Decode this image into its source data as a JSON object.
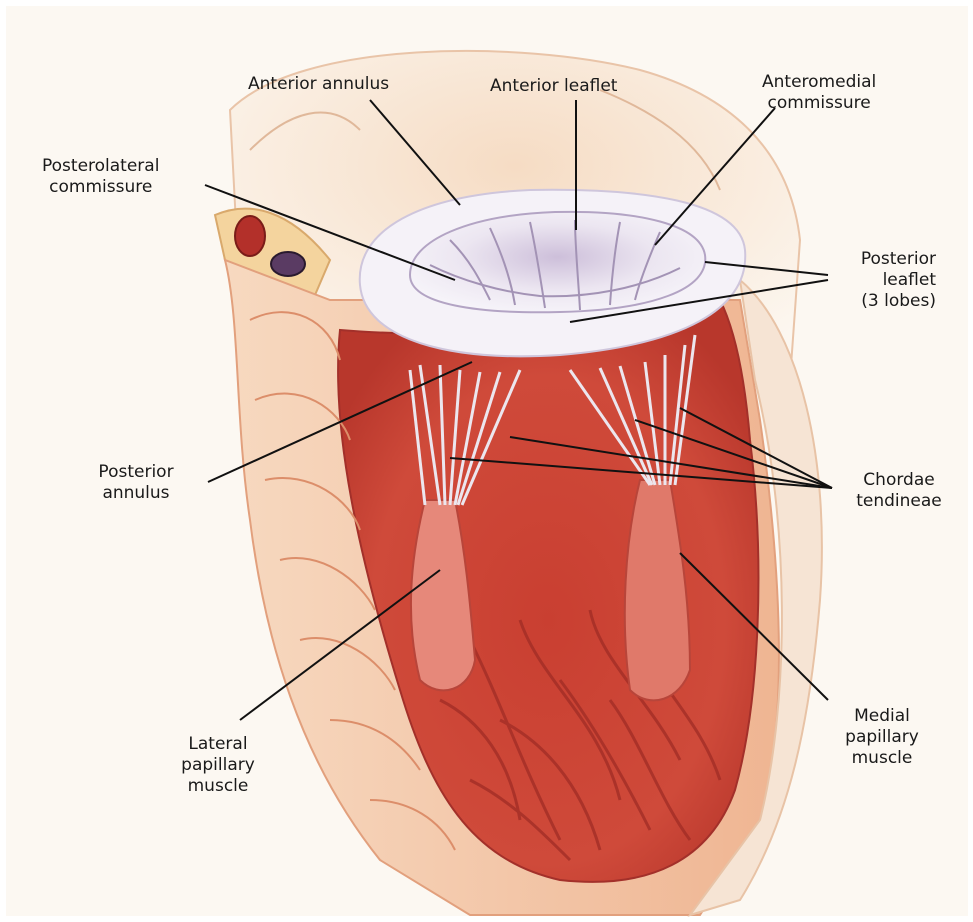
{
  "labels": {
    "anterior_annulus": "Anterior annulus",
    "anterior_leaflet": "Anterior leaflet",
    "anteromedial_commissure": [
      "Anteromedial",
      "commissure"
    ],
    "posterolateral_commissure": [
      "Posterolateral",
      "commissure"
    ],
    "posterior_leaflet": [
      "Posterior",
      "leaflet",
      "(3 lobes)"
    ],
    "posterior_annulus": [
      "Posterior",
      "annulus"
    ],
    "chordae_tendineae": [
      "Chordae",
      "tendineae"
    ],
    "lateral_papillary_muscle": [
      "Lateral",
      "papillary",
      "muscle"
    ],
    "medial_papillary_muscle": [
      "Medial",
      "papillary",
      "muscle"
    ]
  },
  "colors": {
    "background": "#ffffff",
    "image_bg": "#fbf6ee",
    "myocardium": "#cf4a3a",
    "myocardium_dark": "#a9302a",
    "wall": "#f3c6a6",
    "wall_edge": "#e6a07e",
    "leaflet": "#efeaf3",
    "leaflet_shadow": "#b6a9c6",
    "chordae": "#e8e2ea",
    "leader_line": "#111111"
  }
}
